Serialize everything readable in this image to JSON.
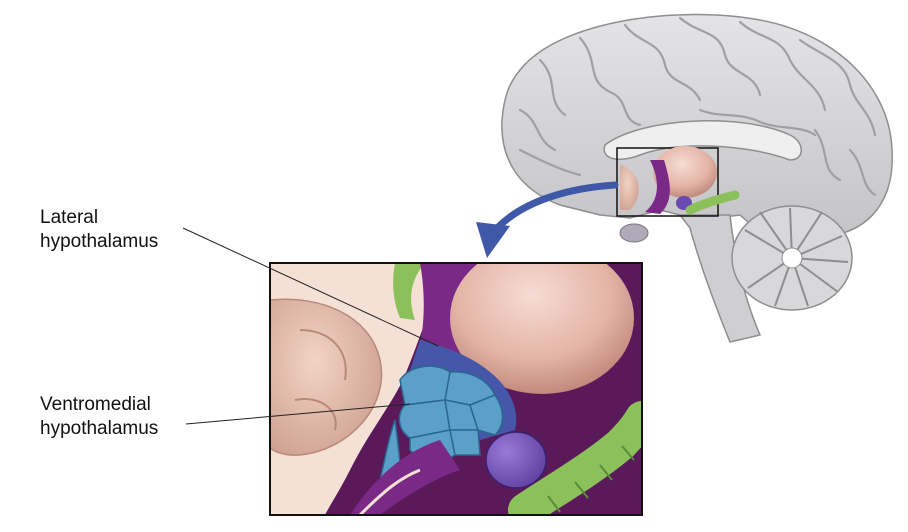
{
  "labels": {
    "lateral": {
      "line1": "Lateral",
      "line2": "hypothalamus"
    },
    "ventromedial": {
      "line1": "Ventromedial",
      "line2": "hypothalamus"
    }
  },
  "colors": {
    "brain_gray": "#d4d4d6",
    "brain_dark": "#9a9a9c",
    "thalamus_pink": "#e8b8ac",
    "purple": "#7a2a86",
    "hypothalamus_blue": "#5aa0c8",
    "lateral_blue": "#4656a8",
    "green": "#8cc05a",
    "arrow_blue": "#4058a8"
  },
  "icons": [
    "brain-illustration",
    "curved-arrow-icon",
    "zoom-inset"
  ]
}
